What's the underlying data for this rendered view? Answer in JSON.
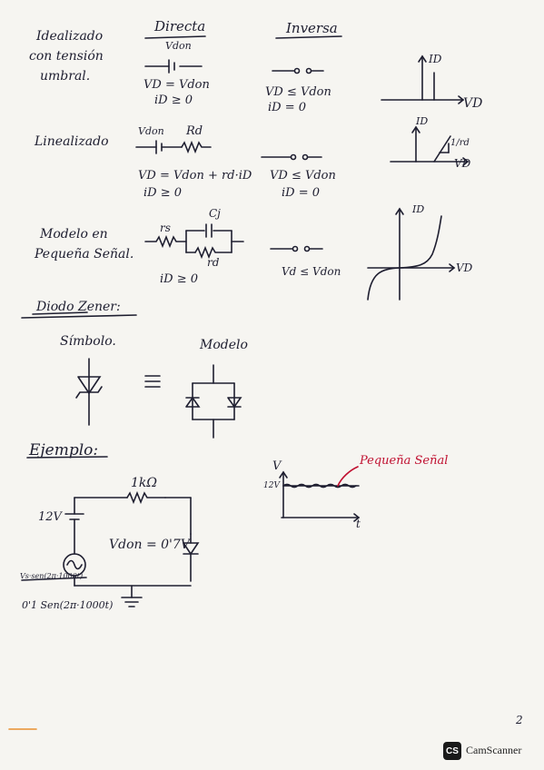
{
  "sections": {
    "idealizado": {
      "label_lines": [
        "Idealizado",
        "con tensión",
        "umbral."
      ],
      "directa_header": "Directa",
      "directa_vdon": "Vdon",
      "directa_eq1": "VD = Vdon",
      "directa_eq2": "iD ≥ 0",
      "inversa_header": "Inversa",
      "inversa_eq1": "VD ≤ Vdon",
      "inversa_eq2": "iD = 0",
      "graph_y": "ID",
      "graph_x": "VD"
    },
    "linealizado": {
      "label": "Linealizado",
      "vdon": "Vdon",
      "rd": "Rd",
      "eq1": "VD = Vdon + rd·iD",
      "eq2": "iD ≥ 0",
      "inv_eq1": "VD ≤ Vdon",
      "inv_eq2": "iD = 0",
      "graph_y": "ID",
      "graph_x": "VD",
      "slope": "1/rd"
    },
    "pequena_senal": {
      "label_lines": [
        "Modelo en",
        "Pequeña Señal."
      ],
      "rs": "rs",
      "cj": "Cj",
      "rd": "rd",
      "eq1": "iD ≥ 0",
      "inv_eq": "Vd ≤ Vdon",
      "graph_y": "ID",
      "graph_x": "VD"
    },
    "zener": {
      "title": "Diodo Zener:",
      "simbolo": "Símbolo.",
      "equiv": "≡",
      "modelo": "Modelo"
    },
    "ejemplo": {
      "title": "Ejemplo:",
      "resistor": "1kΩ",
      "battery": "12V",
      "vdon": "Vdon = 0'7V",
      "source_crossed": "Vs·sen(2π·1000t)",
      "source": "0'1 Sen(2π·1000t)",
      "graph_y": "V",
      "graph_tick": "12V",
      "graph_x": "t",
      "annotation": "Pequeña Señal"
    }
  },
  "page_number": "2",
  "footer": {
    "logo": "CS",
    "brand": "CamScanner"
  }
}
